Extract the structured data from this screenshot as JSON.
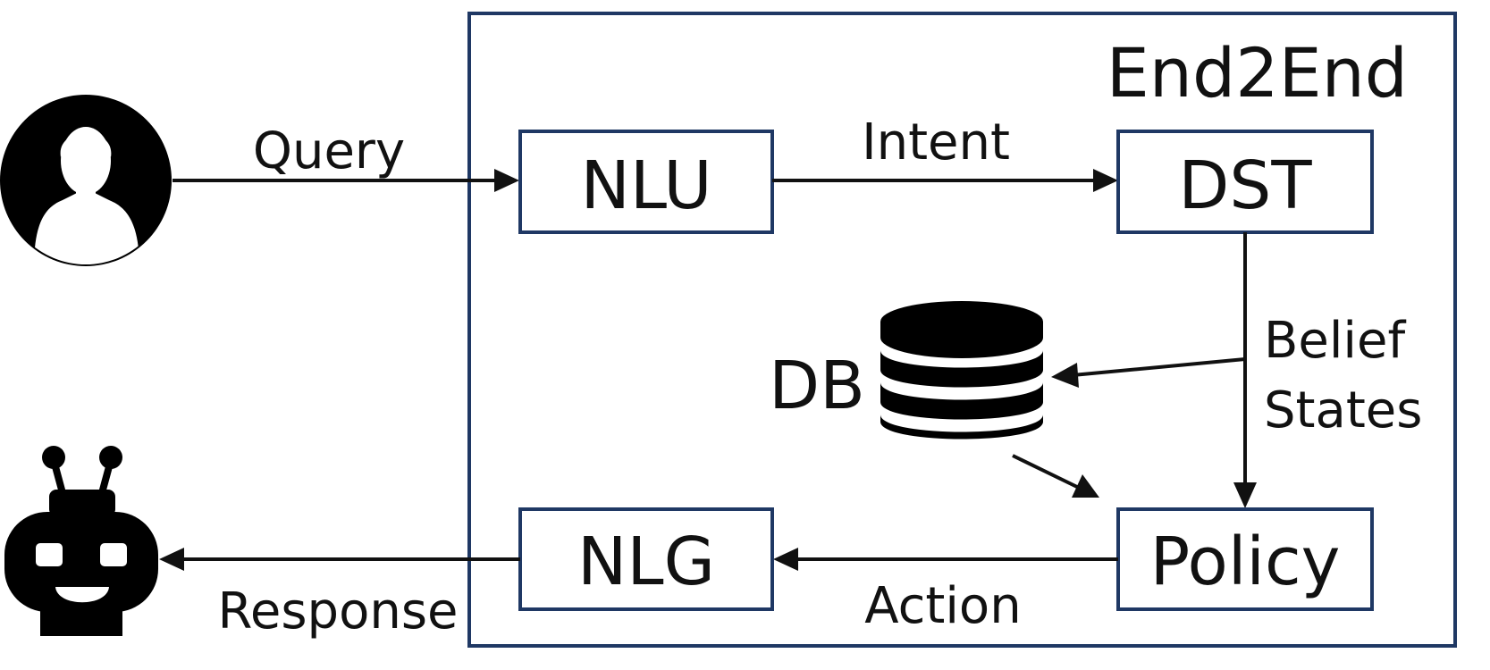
{
  "frame": {
    "title": "End2End"
  },
  "modules": {
    "nlu": "NLU",
    "dst": "DST",
    "policy": "Policy",
    "nlg": "NLG"
  },
  "database": {
    "label": "DB"
  },
  "edges": {
    "query": "Query",
    "intent": "Intent",
    "belief_line1": "Belief",
    "belief_line2": "States",
    "action": "Action",
    "response": "Response"
  },
  "icons": {
    "user": "user-avatar-icon",
    "bot": "robot-icon",
    "db": "database-icon"
  },
  "colors": {
    "frame": "#1f3864",
    "ink": "#111111"
  }
}
